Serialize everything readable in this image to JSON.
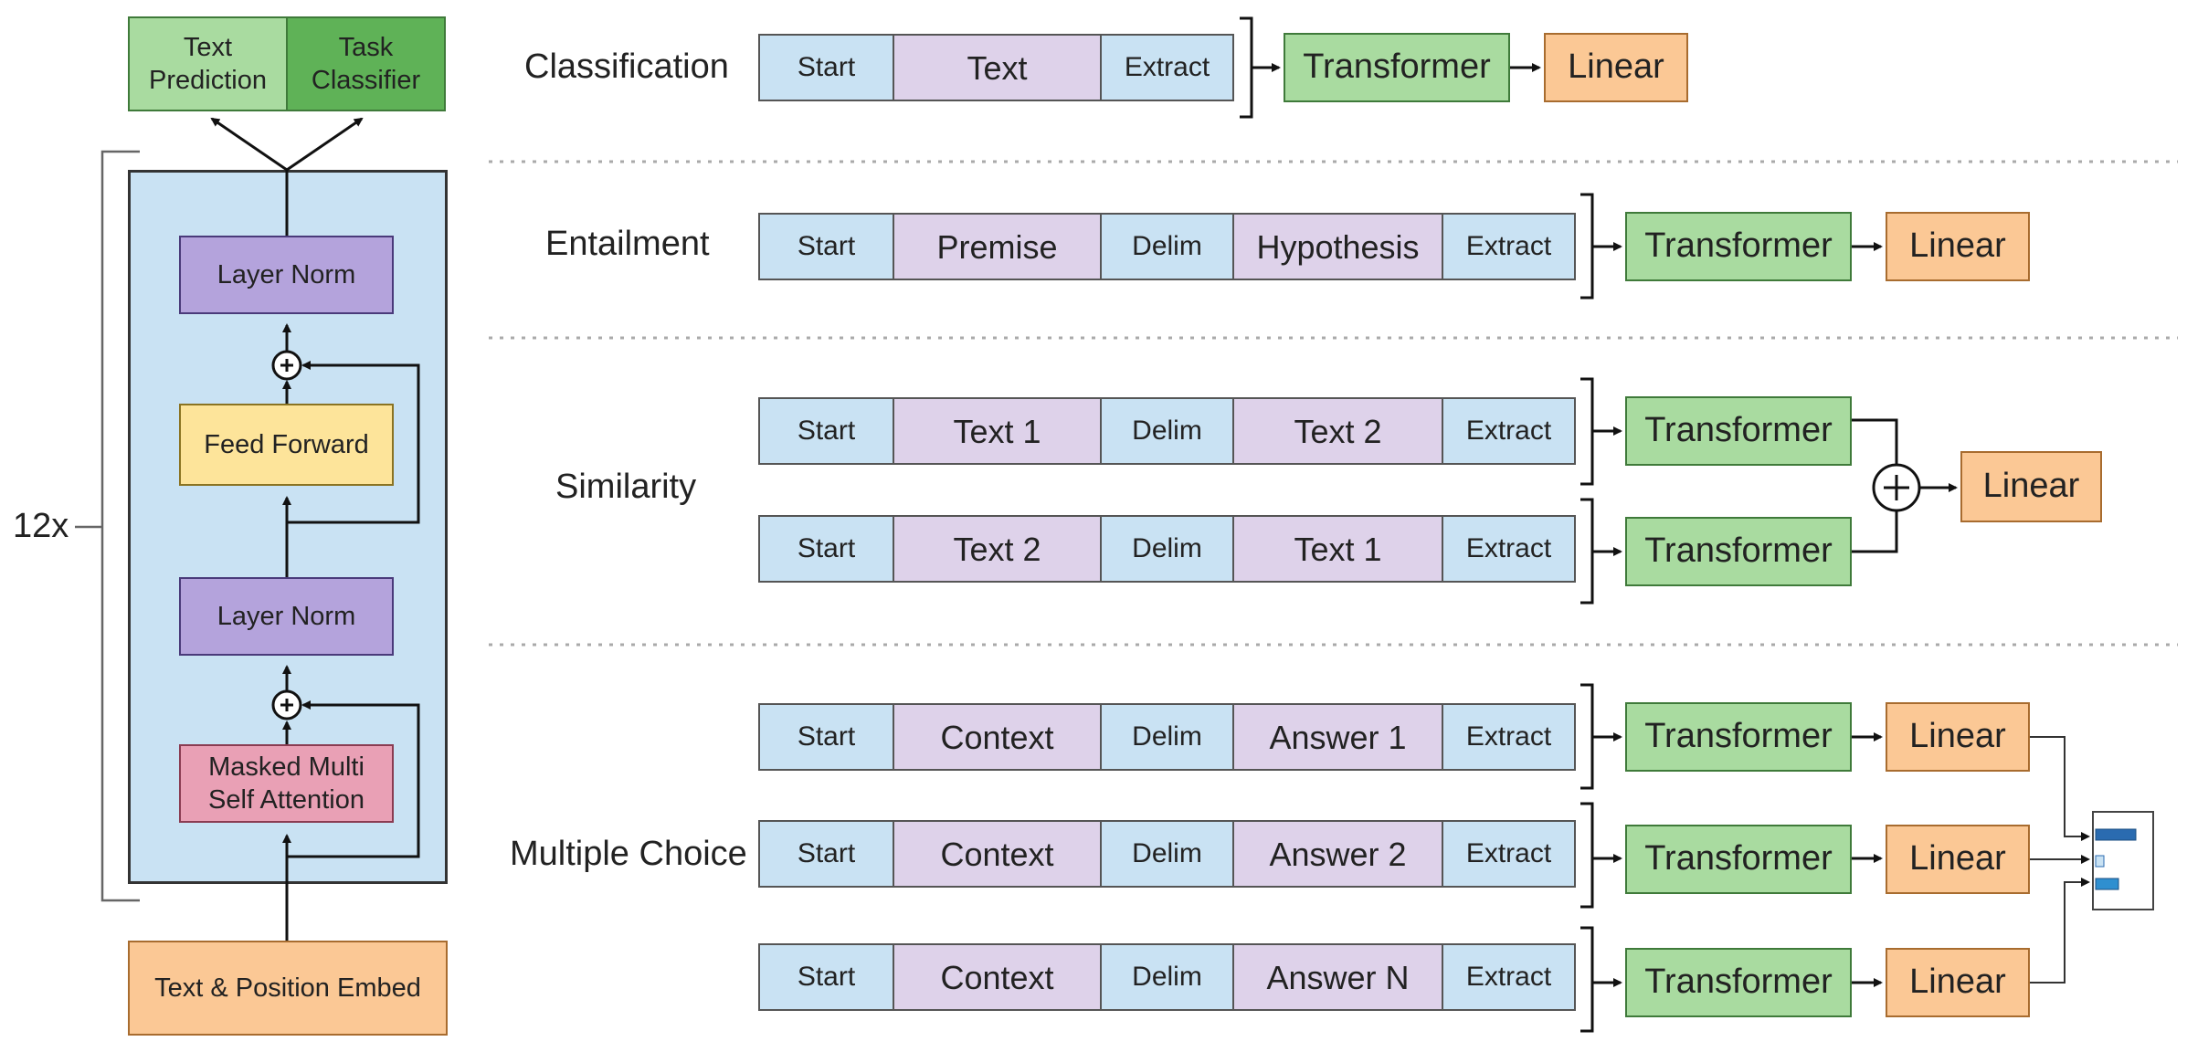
{
  "left_panel": {
    "repeat_label": "12x",
    "text_prediction": "Text\nPrediction",
    "task_classifier": "Task\nClassifier",
    "layer_norm_top": "Layer Norm",
    "feed_forward": "Feed Forward",
    "layer_norm_bottom": "Layer Norm",
    "masked_attention": "Masked Multi\nSelf Attention",
    "embed": "Text & Position Embed"
  },
  "tasks": {
    "classification": {
      "label": "Classification",
      "tokens": [
        "Start",
        "Text",
        "Extract"
      ],
      "transformer": "Transformer",
      "linear": "Linear"
    },
    "entailment": {
      "label": "Entailment",
      "tokens": [
        "Start",
        "Premise",
        "Delim",
        "Hypothesis",
        "Extract"
      ],
      "transformer": "Transformer",
      "linear": "Linear"
    },
    "similarity": {
      "label": "Similarity",
      "rows": [
        {
          "tokens": [
            "Start",
            "Text 1",
            "Delim",
            "Text 2",
            "Extract"
          ],
          "transformer": "Transformer"
        },
        {
          "tokens": [
            "Start",
            "Text 2",
            "Delim",
            "Text 1",
            "Extract"
          ],
          "transformer": "Transformer"
        }
      ],
      "plus": "+",
      "linear": "Linear"
    },
    "multiple_choice": {
      "label": "Multiple Choice",
      "rows": [
        {
          "tokens": [
            "Start",
            "Context",
            "Delim",
            "Answer 1",
            "Extract"
          ],
          "transformer": "Transformer",
          "linear": "Linear"
        },
        {
          "tokens": [
            "Start",
            "Context",
            "Delim",
            "Answer 2",
            "Extract"
          ],
          "transformer": "Transformer",
          "linear": "Linear"
        },
        {
          "tokens": [
            "Start",
            "Context",
            "Delim",
            "Answer N",
            "Extract"
          ],
          "transformer": "Transformer",
          "linear": "Linear"
        }
      ]
    }
  },
  "colors": {
    "token_blue": "#c9e2f3",
    "token_lavender": "#ded2ea",
    "transformer_green": "#a9dba0",
    "linear_orange": "#fbc895",
    "layer_norm_purple": "#b4a3dc",
    "feed_forward_yellow": "#fde49a",
    "attention_pink": "#e9a0b5"
  }
}
